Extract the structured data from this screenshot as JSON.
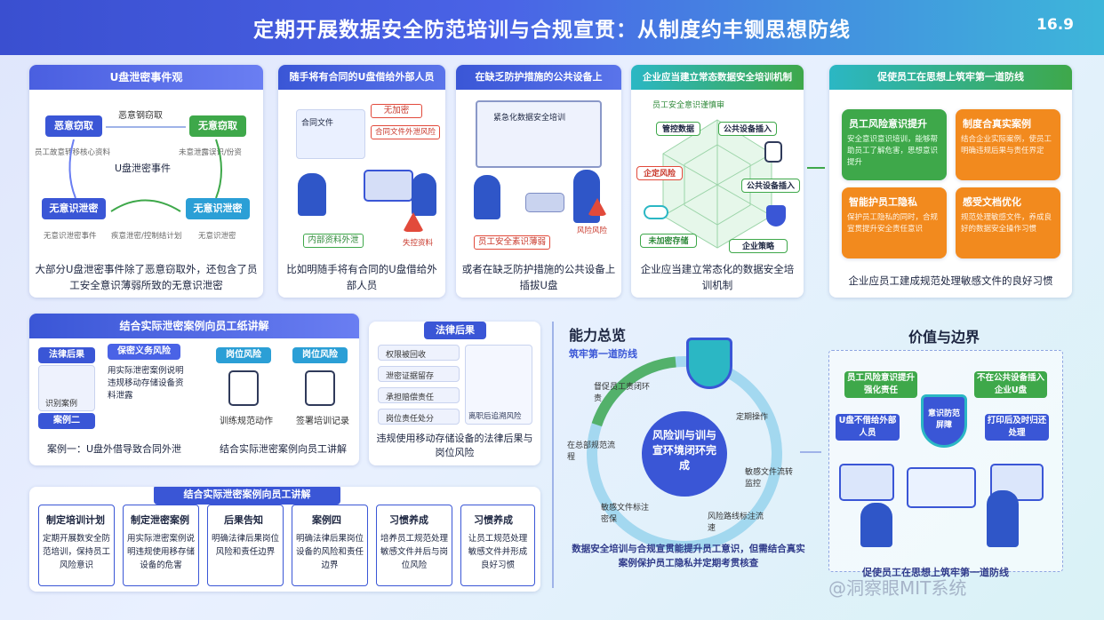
{
  "header": {
    "title": "定期开展数据安全防范培训与合规宣贯：从制度约丰铡思想防线",
    "page_number": "16.9"
  },
  "panel1": {
    "title": "U盘泄密事件观",
    "nodes": {
      "malicious_theft": "恶意窃取",
      "no_malicious_theft": "无意窃取",
      "unconscious_leak_left": "无意识泄密",
      "unconscious_leak_right": "无意识泄密"
    },
    "labels": {
      "malicious_label": "恶意钢窃取",
      "event_label": "U盘泄密事件",
      "left_sub1": "员工故意转移核心资料",
      "right_sub1": "未意泄露误识/份资",
      "left_sub2": "无意识泄密事件",
      "mid_sub2": "疾意泄密/控制结计划",
      "right_sub2": "无意识泄密"
    },
    "caption": "大部分U盘泄密事件除了恶意窃取外，还包含了员工安全意识薄弱所致的无意识泄密"
  },
  "panel2": {
    "title": "随手将有合同的U盘借给外部人员",
    "file_label": "合同文件",
    "tag1": "无加密",
    "tag2": "合同文件外泄风险",
    "tag3": "内部资料外泄",
    "tag4": "失控资料",
    "caption": "比如明随手将有合同的U盘借给外部人员"
  },
  "panel3": {
    "title": "在缺乏防护措施的公共设备上",
    "screen_title": "紧急化数据安全培训",
    "tag1": "员工安全素识薄弱",
    "tag2": "风险风险",
    "caption": "或者在缺乏防护措施的公共设备上插拔U盘"
  },
  "panel4": {
    "title": "企业应当建立常态数据安全培训机制",
    "subtitle": "员工安全意识谨慎审",
    "items": [
      "公共设备插入",
      "公共设备插入",
      "管控数据",
      "企定风险",
      "未加密存储",
      "企业策略"
    ],
    "caption": "企业应当建立常态化的数据安全培训机制"
  },
  "panel5": {
    "title": "促使员工在思想上筑牢第一道防线",
    "cards": [
      {
        "title": "员工风险意识提升",
        "body": "安全意识意识培训，能够帮助员工了解危害，思想意识提升"
      },
      {
        "title": "制度合真实案例",
        "body": "结合企业实际案例，使员工明确违规后果与责任界定"
      },
      {
        "title": "智能护员工隐私",
        "body": "保护员工隐私的同时，合规宣贯提升安全责任意识"
      },
      {
        "title": "感受文档优化",
        "body": "规范处理敏感文件，养成良好的数据安全操作习惯"
      }
    ],
    "caption": "企业应员工建成规范处理敏感文件的良好习惯"
  },
  "panel6": {
    "title": "结合实际泄密案例向员工纸讲解",
    "legal_title": "法律后果",
    "legal_sub": "识别案例",
    "case_two": "案例二",
    "dual_risk": "保密义务风险",
    "desc": "用实际泄密案例说明违规移动存储设备资料泄露",
    "post_risk1": "岗位风险",
    "post_risk2": "岗位风险",
    "flow1": "训练规范动作",
    "flow2": "签署培训记录",
    "caption_left": "案例一：U盘外借导致合同外泄",
    "caption_right": "结合实际泄密案例向员工讲解"
  },
  "panel7": {
    "title": "法律后果",
    "items": [
      "权限被回收",
      "泄密证据留存",
      "承担赔偿责任",
      "岗位责任处分"
    ],
    "right_label": "离职后追溯风险",
    "caption": "违规使用移动存储设备的法律后果与岗位风险"
  },
  "panel8": {
    "title": "结合实际泄密案例向员工讲解",
    "cards": [
      {
        "title": "制定培训计划",
        "body": "定期开展数安全防范培训，保持员工风险意识"
      },
      {
        "title": "制定泄密案例",
        "body": "用实际泄密案例说明违规使用移存储设备的危害"
      },
      {
        "title": "后果告知",
        "body": "明确法律后果岗位风险和责任边界"
      },
      {
        "title": "案例四",
        "body": "明确法律后果岗位设备的风险和责任边界"
      },
      {
        "title": "习惯养成",
        "body": "培养员工规范处理敏感文件并后与岗位风险"
      },
      {
        "title": "习惯养成",
        "body": "让员工规范处理敏感文件并形成良好习惯"
      }
    ]
  },
  "panel9": {
    "title": "能力总览",
    "subtitle": "筑牢第一道防线",
    "center": "风险训与训与宣环境闭环完成",
    "cycle": [
      "督促员工责闭环责",
      "定期操作",
      "敏感文件流转监控",
      "风险路线标注流速",
      "敏感文件标注密保",
      "在总部规范流程"
    ],
    "quote": "数据安全培训与合规宣贯能提升员工意识，但需结合真实案例保护员工隐私并定期考贯核查"
  },
  "panel10": {
    "title": "价值与边界",
    "cards": [
      "员工风险意识提升强化责任",
      "不在公共设备插入企业U盘",
      "U盘不借给外部人员",
      "打印后及时归还处理"
    ],
    "shield_label": "意识防范屏障",
    "bottom": "促使员工在思想上筑牢第一道防线",
    "watermark": "@洞察眼MIT系统"
  },
  "colors": {
    "header_start": "#3a4fd0",
    "header_end": "#3db6da",
    "primary_blue": "#3a56d6",
    "green": "#3ea84a",
    "orange": "#f28a1e",
    "red": "#e24a3b",
    "teal": "#2bb7c4"
  }
}
